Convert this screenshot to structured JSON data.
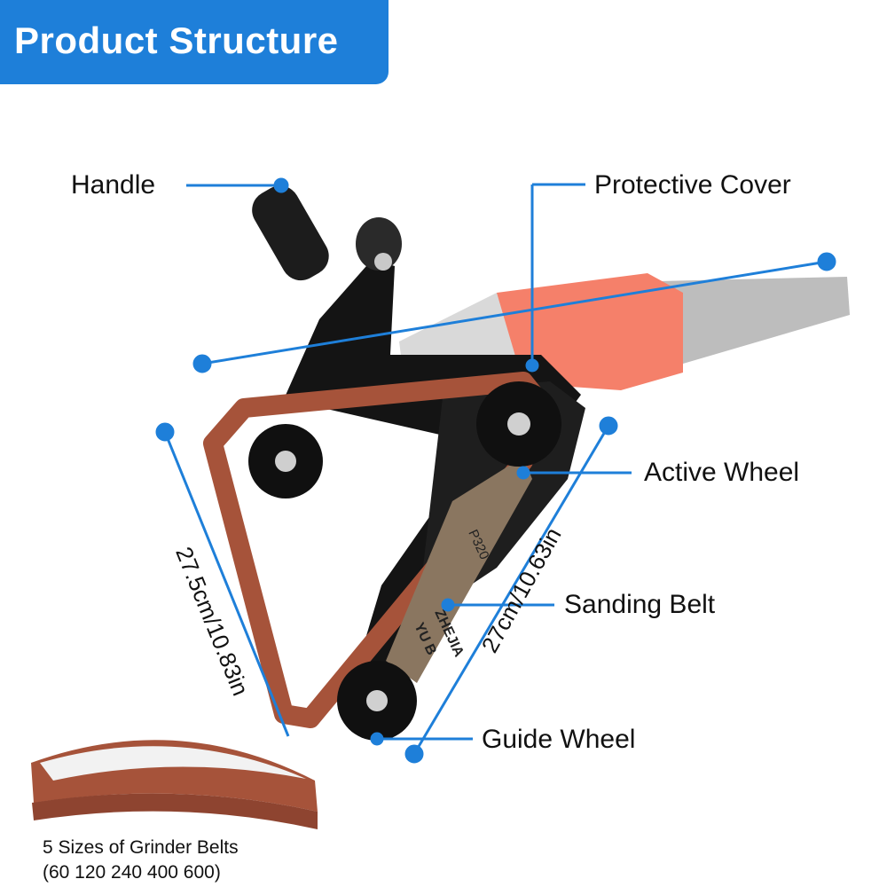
{
  "header": {
    "title": "Product Structure"
  },
  "labels": {
    "handle": "Handle",
    "protective_cover": "Protective Cover",
    "active_wheel": "Active Wheel",
    "sanding_belt": "Sanding Belt",
    "guide_wheel": "Guide Wheel"
  },
  "dimensions": {
    "left": "27.5cm/10.83in",
    "right": "27cm/10.63in"
  },
  "belt_print": {
    "grit": "P320",
    "brand_line1": "ZHEJIA",
    "brand_line2": "YU B"
  },
  "accessory": {
    "line1": "5 Sizes of Grinder Belts",
    "line2": "(60 120 240 400 600)"
  },
  "colors": {
    "accent": "#1e7fd9",
    "belt": "#a6533a",
    "bracket": "#141414",
    "grinder": "#f5806a",
    "grinder_handle": "#bdbdbd"
  }
}
